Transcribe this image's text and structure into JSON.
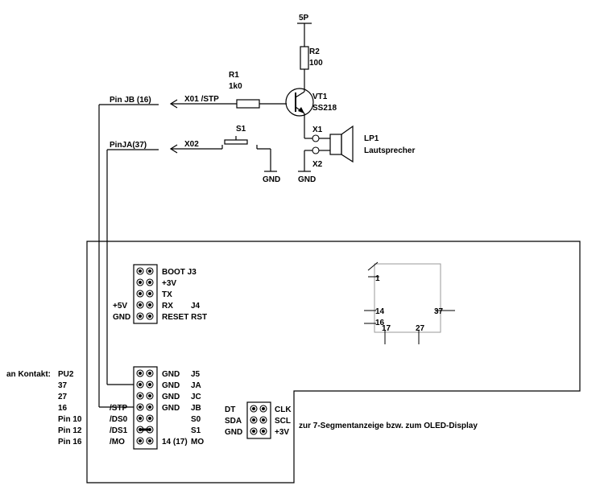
{
  "power": {
    "supply": "5P",
    "gnd_s1": "GND",
    "gnd_lp1": "GND"
  },
  "components": {
    "r2": {
      "ref": "R2",
      "value": "100"
    },
    "r1": {
      "ref": "R1",
      "value": "1k0"
    },
    "vt1": {
      "ref": "VT1",
      "type": "SS218"
    },
    "s1": {
      "ref": "S1"
    },
    "lp1": {
      "ref": "LP1",
      "desc": "Lautsprecher"
    },
    "x1": "X1",
    "x2": "X2"
  },
  "signals": {
    "pin_jb": "Pin JB (16)",
    "x01_stp": "X01 /STP",
    "pin_ja": "PinJA(37)",
    "x02": "X02"
  },
  "header_j3j4": {
    "labels_right": [
      "BOOT J3",
      "+3V",
      "TX",
      "RX",
      "RESET RST"
    ],
    "j4": "J4",
    "labels_left": [
      "+5V",
      "GND"
    ]
  },
  "header_j5": {
    "right_col1": [
      "GND",
      "GND",
      "GND",
      "GND",
      "S0",
      "S1",
      "14 (17)"
    ],
    "right_col2": [
      "J5",
      "JA",
      "JC",
      "JB",
      "",
      "",
      "MO"
    ],
    "left_signals": [
      "/STP",
      "/DS0",
      "/DS1",
      "/MO"
    ]
  },
  "contacts": {
    "title": "an Kontakt:",
    "values": [
      "PU2",
      "37",
      "27",
      "16",
      "Pin 10",
      "Pin 12",
      "Pin 16"
    ]
  },
  "display_header": {
    "left": [
      "DT",
      "SDA",
      "GND"
    ],
    "right": [
      "CLK",
      "SCL",
      "+3V"
    ],
    "caption": "zur 7-Segmentanzeige bzw. zum OLED-Display"
  },
  "chip": {
    "pins": [
      "1",
      "14",
      "37",
      "16",
      "17",
      "27"
    ]
  }
}
